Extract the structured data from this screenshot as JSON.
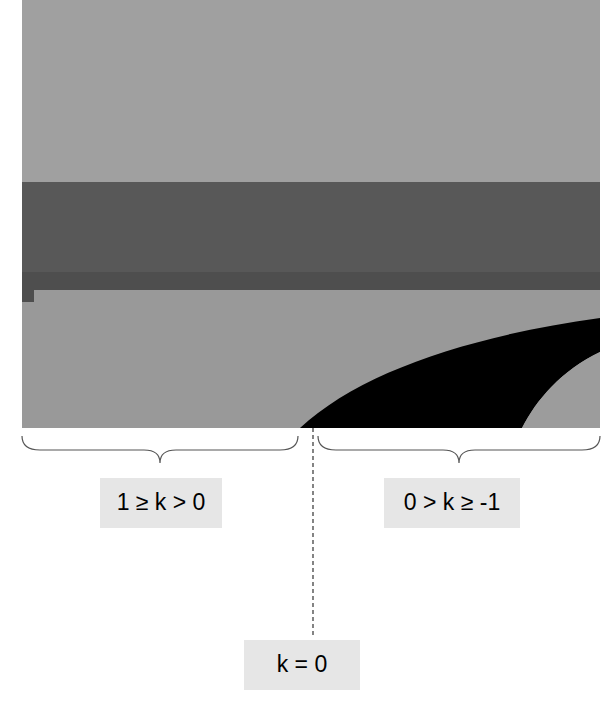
{
  "diagram": {
    "nodes": [
      {
        "text": [
          "1 ≥ k > 0"
        ]
      },
      {
        "text": [
          "0 > k ≥ -1"
        ]
      },
      {
        "text": [
          "k = 0"
        ]
      }
    ]
  }
}
